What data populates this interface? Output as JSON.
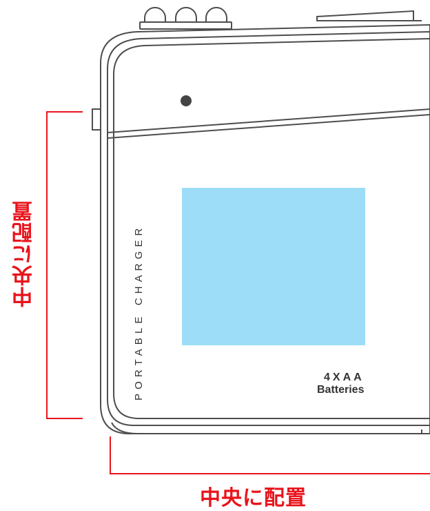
{
  "device": {
    "brand_text": "PORTABLE CHARGER",
    "battery_count": "4XAA",
    "battery_word": "Batteries"
  },
  "annotations": {
    "vertical_label": "中央に配置",
    "horizontal_label": "中央に配置"
  },
  "colors": {
    "annotation": "#e8141c",
    "outline": "#4d4d4d",
    "print_area": "#9dddf7"
  }
}
